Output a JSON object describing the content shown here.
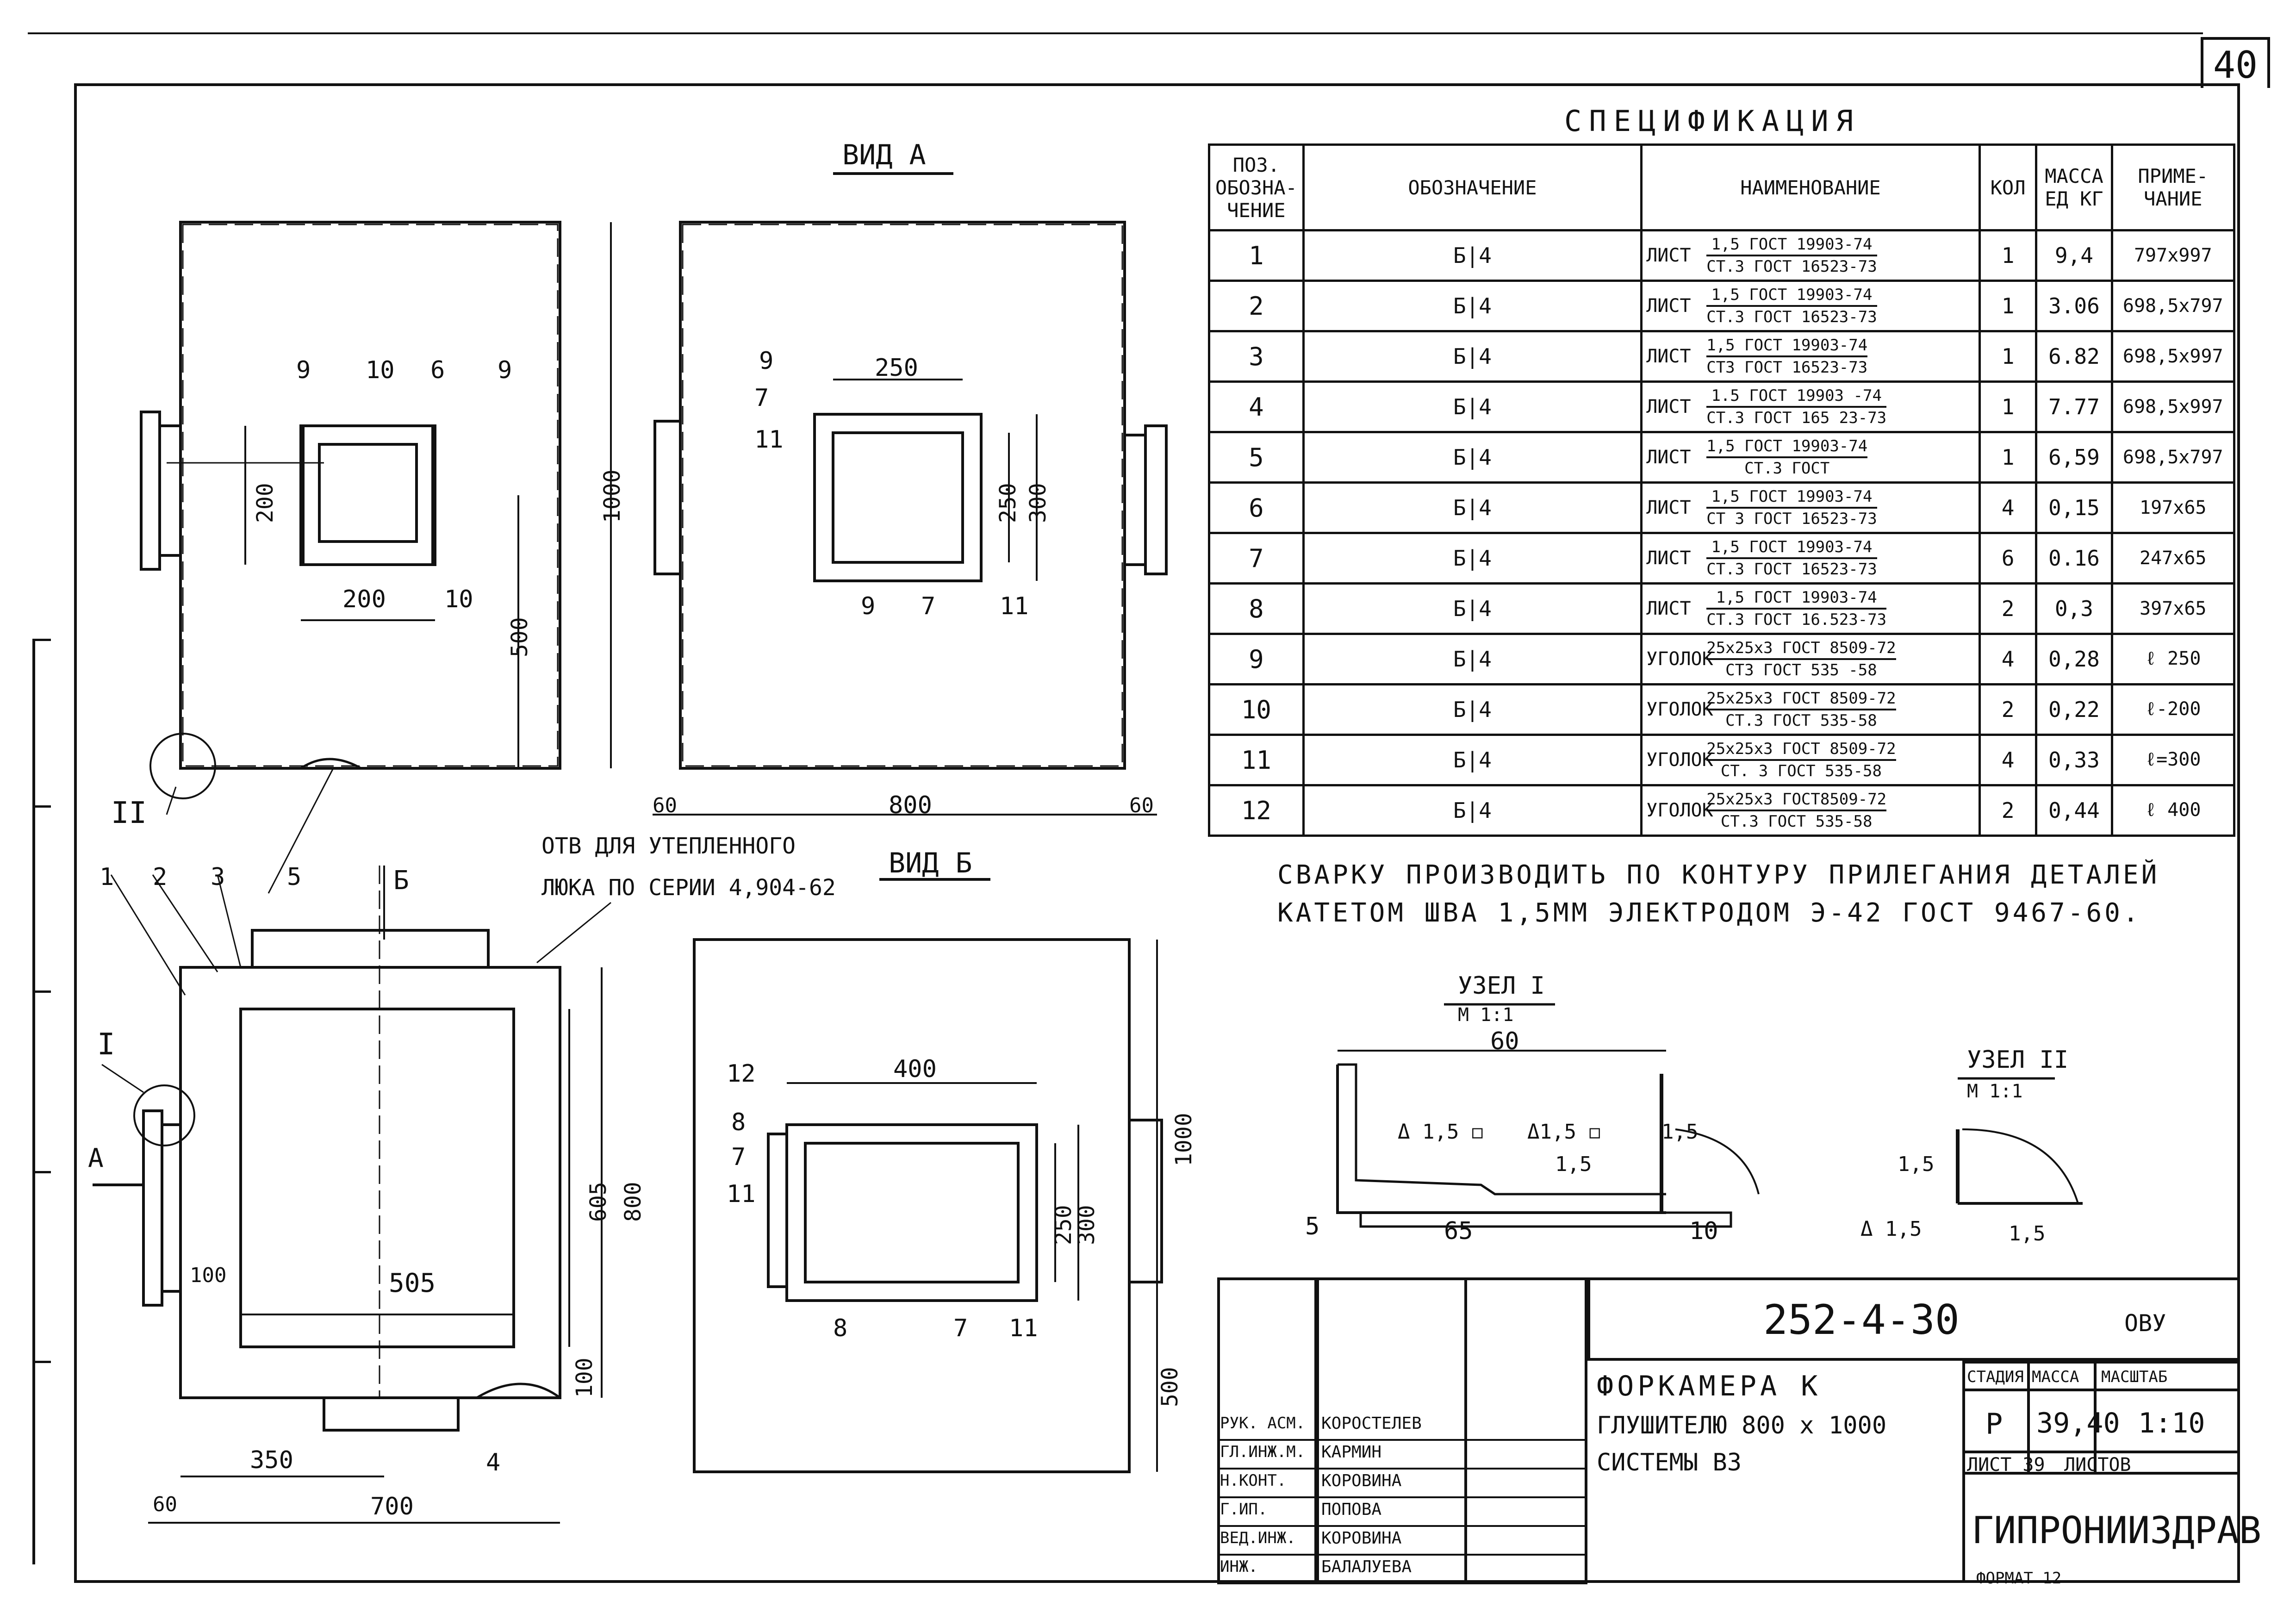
{
  "sheet_number": "40",
  "specification": {
    "title": "СПЕЦИФИКАЦИЯ",
    "headers": {
      "pos": "ПОЗ. ОБОЗНА- ЧЕНИЕ",
      "designation": "ОБОЗНАЧЕНИЕ",
      "name": "НАИМЕНОВАНИЕ",
      "qty": "КОЛ",
      "mass": "МАССА ЕД КГ",
      "note": "ПРИМЕ- ЧАНИЕ"
    },
    "rows": [
      {
        "pos": "1",
        "des": "Б|4",
        "kind": "ЛИСТ",
        "top": "1,5 ГОСТ 19903-74",
        "bottom": "СТ.3 ГОСТ 16523-73",
        "qty": "1",
        "mass": "9,4",
        "note": "797x997"
      },
      {
        "pos": "2",
        "des": "Б|4",
        "kind": "ЛИСТ",
        "top": "1,5 ГОСТ 19903-74",
        "bottom": "СТ.3 ГОСТ 16523-73",
        "qty": "1",
        "mass": "3.06",
        "note": "698,5x797"
      },
      {
        "pos": "3",
        "des": "Б|4",
        "kind": "ЛИСТ",
        "top": "1,5 ГОСТ 19903-74",
        "bottom": "СТ3 ГОСТ 16523-73",
        "qty": "1",
        "mass": "6.82",
        "note": "698,5x997"
      },
      {
        "pos": "4",
        "des": "Б|4",
        "kind": "ЛИСТ",
        "top": "1.5 ГОСТ 19903 -74",
        "bottom": "СТ.3 ГОСТ 165 23-73",
        "qty": "1",
        "mass": "7.77",
        "note": "698,5x997"
      },
      {
        "pos": "5",
        "des": "Б|4",
        "kind": "ЛИСТ",
        "top": "1,5 ГОСТ 19903-74",
        "bottom": "СТ.3 ГОСТ",
        "qty": "1",
        "mass": "6,59",
        "note": "698,5x797"
      },
      {
        "pos": "6",
        "des": "Б|4",
        "kind": "ЛИСТ",
        "top": "1,5 ГОСТ 19903-74",
        "bottom": "СТ 3 ГОСТ 16523-73",
        "qty": "4",
        "mass": "0,15",
        "note": "197x65"
      },
      {
        "pos": "7",
        "des": "Б|4",
        "kind": "ЛИСТ",
        "top": "1,5 ГОСТ 19903-74",
        "bottom": "СТ.3 ГОСТ 16523-73",
        "qty": "6",
        "mass": "0.16",
        "note": "247x65"
      },
      {
        "pos": "8",
        "des": "Б|4",
        "kind": "ЛИСТ",
        "top": "1,5 ГОСТ 19903-74",
        "bottom": "СТ.3 ГОСТ 16.523-73",
        "qty": "2",
        "mass": "0,3",
        "note": "397x65"
      },
      {
        "pos": "9",
        "des": "Б|4",
        "kind": "УГОЛОК",
        "top": "25x25x3 ГОСТ 8509-72",
        "bottom": "СТ3 ГОСТ 535 -58",
        "qty": "4",
        "mass": "0,28",
        "note": "ℓ 250"
      },
      {
        "pos": "10",
        "des": "Б|4",
        "kind": "УГОЛОК",
        "top": "25x25x3 ГОСТ 8509-72",
        "bottom": "СТ.3 ГОСТ 535-58",
        "qty": "2",
        "mass": "0,22",
        "note": "ℓ-200"
      },
      {
        "pos": "11",
        "des": "Б|4",
        "kind": "УГОЛОК",
        "top": "25x25x3 ГОСТ 8509-72",
        "bottom": "СТ. 3 ГОСТ 535-58",
        "qty": "4",
        "mass": "0,33",
        "note": "ℓ=300"
      },
      {
        "pos": "12",
        "des": "Б|4",
        "kind": "УГОЛОК",
        "top": "25x25x3 ГОСТ8509-72",
        "bottom": "СТ.3 ГОСТ 535-58",
        "qty": "2",
        "mass": "0,44",
        "note": "ℓ 400"
      }
    ]
  },
  "welding_note": "СВАРКУ ПРОИЗВОДИТЬ ПО КОНТУРУ ПРИЛЕГАНИЯ ДЕТАЛЕЙ КАТЕТОМ ШВА 1,5ММ ЭЛЕКТРОДОМ Э-42 ГОСТ 9467-60.",
  "views": {
    "view_a": "ВИД А",
    "view_b": "ВИД Б",
    "hole_note_1": "ОТВ ДЛЯ УТЕПЛЕННОГО",
    "hole_note_2": "ЛЮКА ПО СЕРИИ 4,904-62",
    "node_1": "УЗЕЛ I",
    "node_2": "УЗЕЛ II",
    "scale_11": "М 1:1",
    "roman_1": "I",
    "roman_2": "II",
    "arrow_a": "А",
    "arrow_b": "Б"
  },
  "dims": {
    "d1000": "1000",
    "d500": "500",
    "d200": "200",
    "d250": "250",
    "d300": "300",
    "d60": "60",
    "d800": "800",
    "d605": "605",
    "d100": "100",
    "d505": "505",
    "d350": "350",
    "d700": "700",
    "d400": "400",
    "d65": "65",
    "d10": "10",
    "d15": "1,5",
    "w15": "Δ 1,5",
    "w15a": "Δ 1,5 ◻",
    "w15b": "Δ1,5 ◻"
  },
  "callouts": [
    "1",
    "2",
    "3",
    "4",
    "5",
    "6",
    "7",
    "8",
    "9",
    "10",
    "11",
    "12"
  ],
  "title_block": {
    "code": "252-4-30",
    "org_short": "ОВУ",
    "title_1": "ФОРКАМЕРА К",
    "title_2": "ГЛУШИТЕЛЮ 800 x 1000",
    "title_3": "СИСТЕМЫ В3",
    "stage_h": "СТАДИЯ",
    "mass_h": "МАССА",
    "scale_h": "МАСШТАБ",
    "stage": "Р",
    "mass": "39,40",
    "scale": "1:10",
    "sheet": "ЛИСТ 39",
    "sheets": "ЛИСТОВ",
    "company": "ГИПРОНИИЗДРАВ",
    "format": "ФОРМАТ 12",
    "people": [
      {
        "role": "РУК. АСМ.",
        "name": "КОРОСТЕЛЕВ"
      },
      {
        "role": "ГЛ.ИНЖ.М.",
        "name": "КАРМИН"
      },
      {
        "role": "Н.КОНТ.",
        "name": "КОРОВИНА"
      },
      {
        "role": "Г.ИП.",
        "name": "ПОПОВА"
      },
      {
        "role": "ВЕД.ИНЖ.",
        "name": "КОРОВИНА"
      },
      {
        "role": "ИНЖ.",
        "name": "БАЛАЛУЕВА"
      }
    ]
  }
}
